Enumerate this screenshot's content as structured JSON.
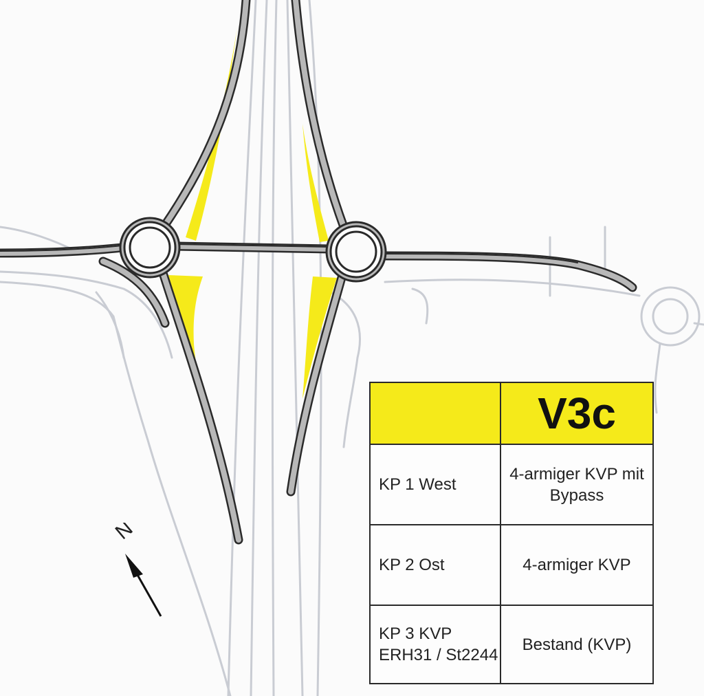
{
  "legend": {
    "variant": "V3c",
    "rows": [
      {
        "point": "KP 1 West",
        "description": "4-armiger KVP mit Bypass"
      },
      {
        "point": "KP 2 Ost",
        "description": "4-armiger KVP"
      },
      {
        "point": "KP 3 KVP ERH31 / St2244",
        "description": "Bestand (KVP)"
      }
    ]
  },
  "north_arrow": {
    "label": "N"
  },
  "colors": {
    "yellow_area": "#f5ea1a",
    "road_surface": "#b8b8b8",
    "road_outline": "#2a2a2a",
    "existing_road": "#c9ccd3",
    "background": "#fbfbfb"
  }
}
